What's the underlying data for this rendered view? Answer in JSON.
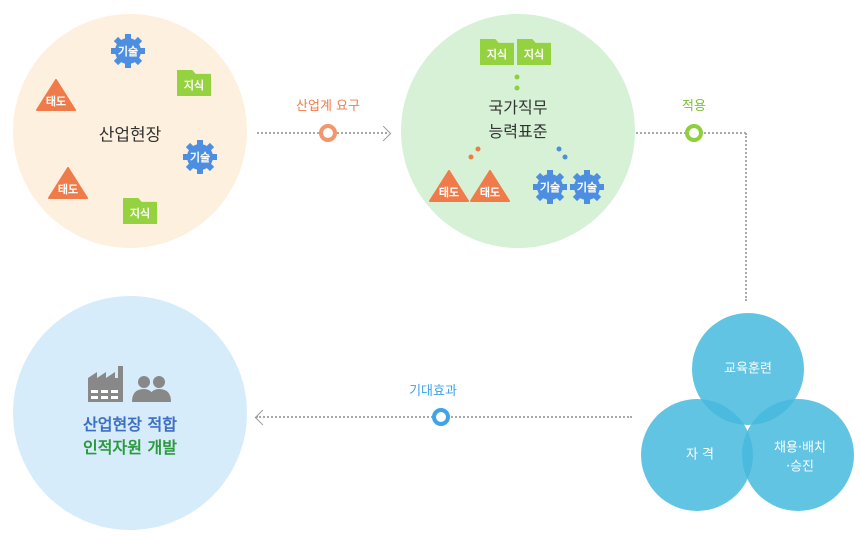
{
  "industry_site": {
    "title": "산업현장",
    "icons": [
      {
        "type": "gear",
        "label": "기술"
      },
      {
        "type": "folder",
        "label": "지식"
      },
      {
        "type": "triangle",
        "label": "태도"
      },
      {
        "type": "gear",
        "label": "기술"
      },
      {
        "type": "triangle",
        "label": "태도"
      },
      {
        "type": "folder",
        "label": "지식"
      }
    ]
  },
  "ncs": {
    "title_line1": "국가직무",
    "title_line2": "능력표준",
    "icons": [
      {
        "type": "folder",
        "label": "지식"
      },
      {
        "type": "folder",
        "label": "지식"
      },
      {
        "type": "triangle",
        "label": "태도"
      },
      {
        "type": "triangle",
        "label": "태도"
      },
      {
        "type": "gear",
        "label": "기술"
      },
      {
        "type": "gear",
        "label": "기술"
      }
    ]
  },
  "result": {
    "line1": "산업현장 적합",
    "line2": "인적자원 개발",
    "icons": [
      "factory-icon",
      "people-icon"
    ]
  },
  "connectors": {
    "demand": "산업계 요구",
    "apply": "적용",
    "effect": "기대효과"
  },
  "venn": {
    "training": "교육훈련",
    "qualification": "자 격",
    "hiring_line1": "채용·배치",
    "hiring_line2": "·승진"
  },
  "colors": {
    "orange": "#f07b4a",
    "green": "#8fcf3c",
    "blue": "#4d8ee0",
    "venn": "#46bade",
    "circle1": "#fdf0df",
    "circle2": "#d6f1d5",
    "circle3": "#d7ecfb"
  }
}
